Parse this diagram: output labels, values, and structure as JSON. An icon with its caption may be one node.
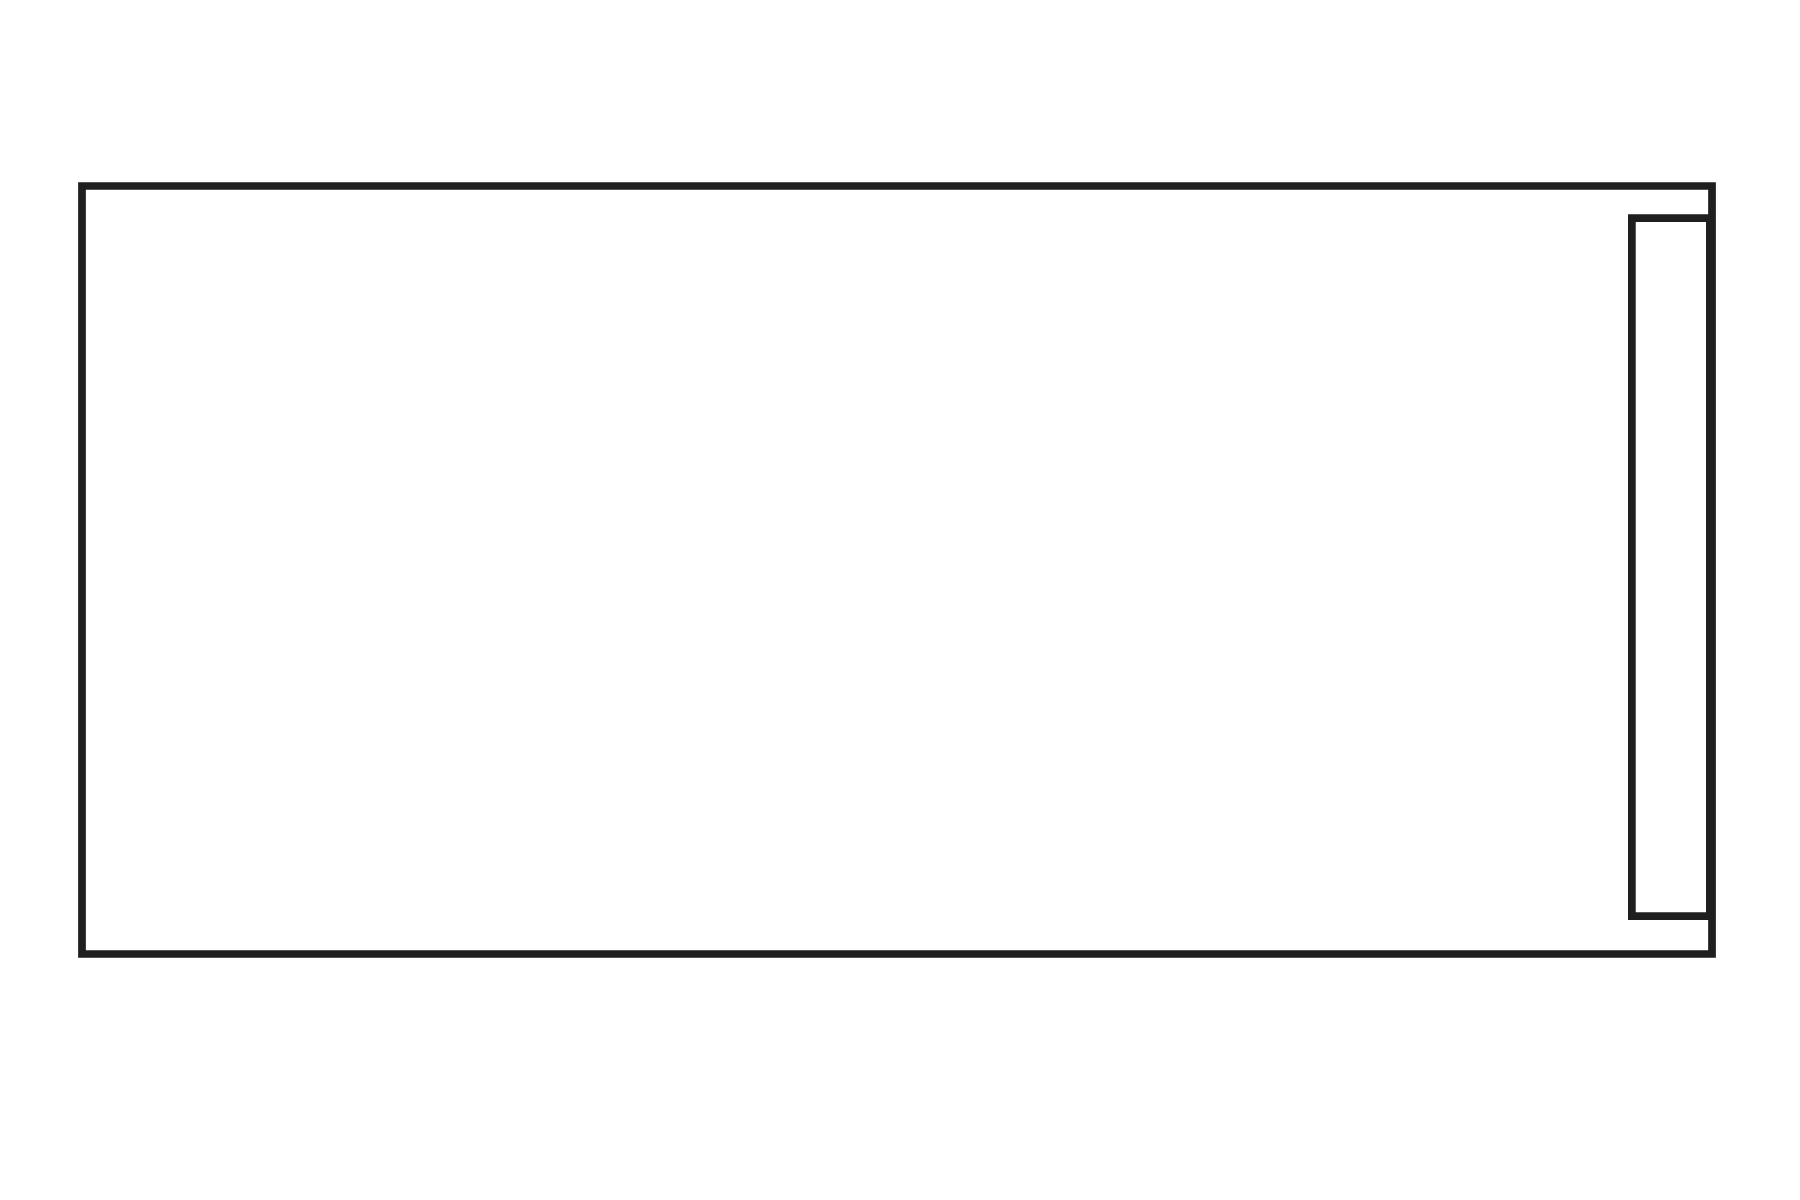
{
  "diagram": {
    "nodes": [
      {
        "text": [],
        "shape": "box"
      },
      {
        "text": [],
        "shape": "box",
        "in": 0
      }
    ]
  }
}
